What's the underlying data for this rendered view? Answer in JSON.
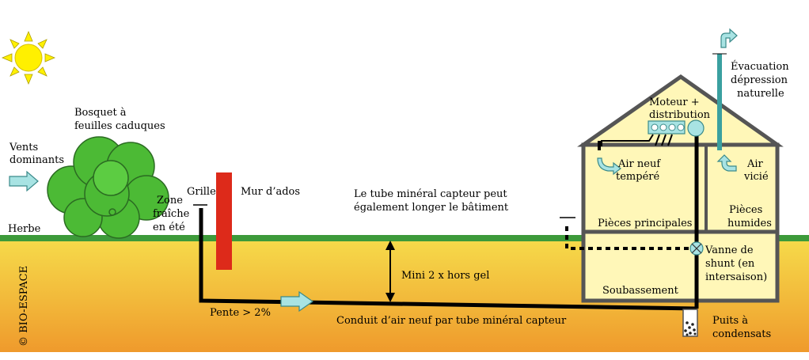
{
  "labels": {
    "vents_line1": "Vents",
    "vents_line2": "dominants",
    "bosquet_line1": "Bosquet à",
    "bosquet_line2": "feuilles caduques",
    "zone_line1": "Zone",
    "zone_line2": "fraîche",
    "zone_line3": "en été",
    "grille": "Grille",
    "mur": "Mur d’ados",
    "herbe": "Herbe",
    "tube_line1": "Le tube minéral capteur peut",
    "tube_line2": "également longer le bâtiment",
    "mini": "Mini 2 x hors gel",
    "pente": "Pente > 2%",
    "conduit": "Conduit d’air neuf par tube minéral capteur",
    "copyright": "© BIO-ESPACE",
    "moteur_line1": "Moteur +",
    "moteur_line2": "distribution",
    "evac_line1": "Évacuation",
    "evac_line2": "dépression",
    "evac_line3": "naturelle",
    "airneuf_line1": "Air neuf",
    "airneuf_line2": "tempéré",
    "airvicie_line1": "Air",
    "airvicie_line2": "vicié",
    "pieces_principales": "Pièces principales",
    "pieces_humides_line1": "Pièces",
    "pieces_humides_line2": "humides",
    "vanne_line1": "Vanne de",
    "vanne_line2": "shunt  (en",
    "vanne_line3": "intersaison)",
    "soubassement": "Soubassement",
    "puits_line1": "Puits à",
    "puits_line2": "condensats"
  },
  "colors": {
    "sky": "#ffffff",
    "grass": "#3d9a3a",
    "ground_top": "#f3d23e",
    "ground_bottom": "#f0a030",
    "wall": "#dd2a1a",
    "house_fill": "#fff7b8",
    "house_frame": "#555555",
    "arrow_fill": "#a8e3e3",
    "arrow_stroke": "#3a8a8a",
    "bush": "#4cba35",
    "bush_dark": "#2b6b22",
    "sun": "#fff000",
    "evac_pipe": "#3aa0a0"
  }
}
